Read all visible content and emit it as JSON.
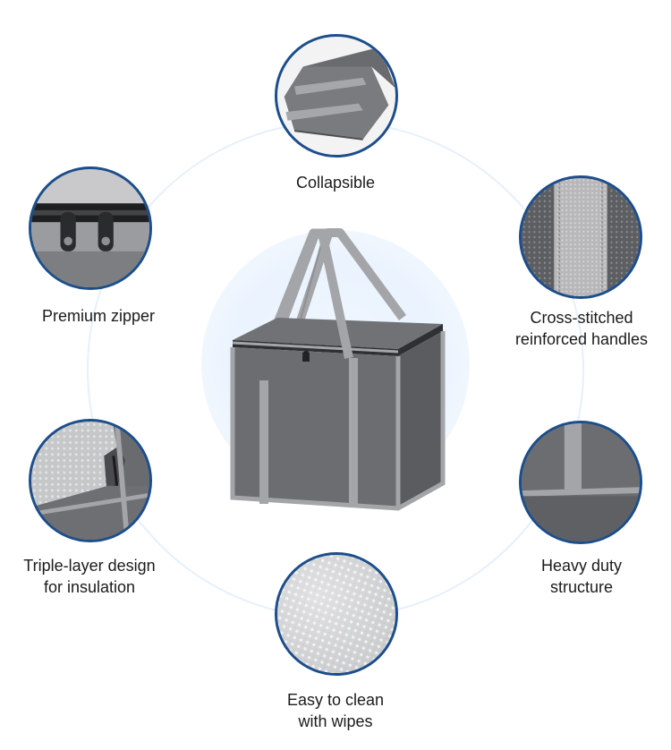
{
  "features": {
    "collapsible": {
      "icon": "folded-bag-thumbnail",
      "label": "Collapsible"
    },
    "premium_zipper": {
      "icon": "zipper-pulls-thumbnail",
      "label": "Premium zipper"
    },
    "cross_stitched": {
      "icon": "stitched-handle-thumbnail",
      "line1": "Cross-stitched",
      "line2": "reinforced handles"
    },
    "triple_layer": {
      "icon": "insulation-layer-thumbnail",
      "line1": "Triple-layer design",
      "line2": "for insulation"
    },
    "heavy_duty": {
      "icon": "fabric-strap-thumbnail",
      "line1": "Heavy duty",
      "line2": "structure"
    },
    "easy_clean": {
      "icon": "foil-lining-thumbnail",
      "line1": "Easy to clean",
      "line2": "with wipes"
    }
  },
  "colors": {
    "ring_border": "#1c4e8c",
    "bag_body": "#6b6d70",
    "bag_trim": "#a3a5a8",
    "glow": "#eaf3fe"
  },
  "product": {
    "icon": "grocery-tote-bag"
  }
}
